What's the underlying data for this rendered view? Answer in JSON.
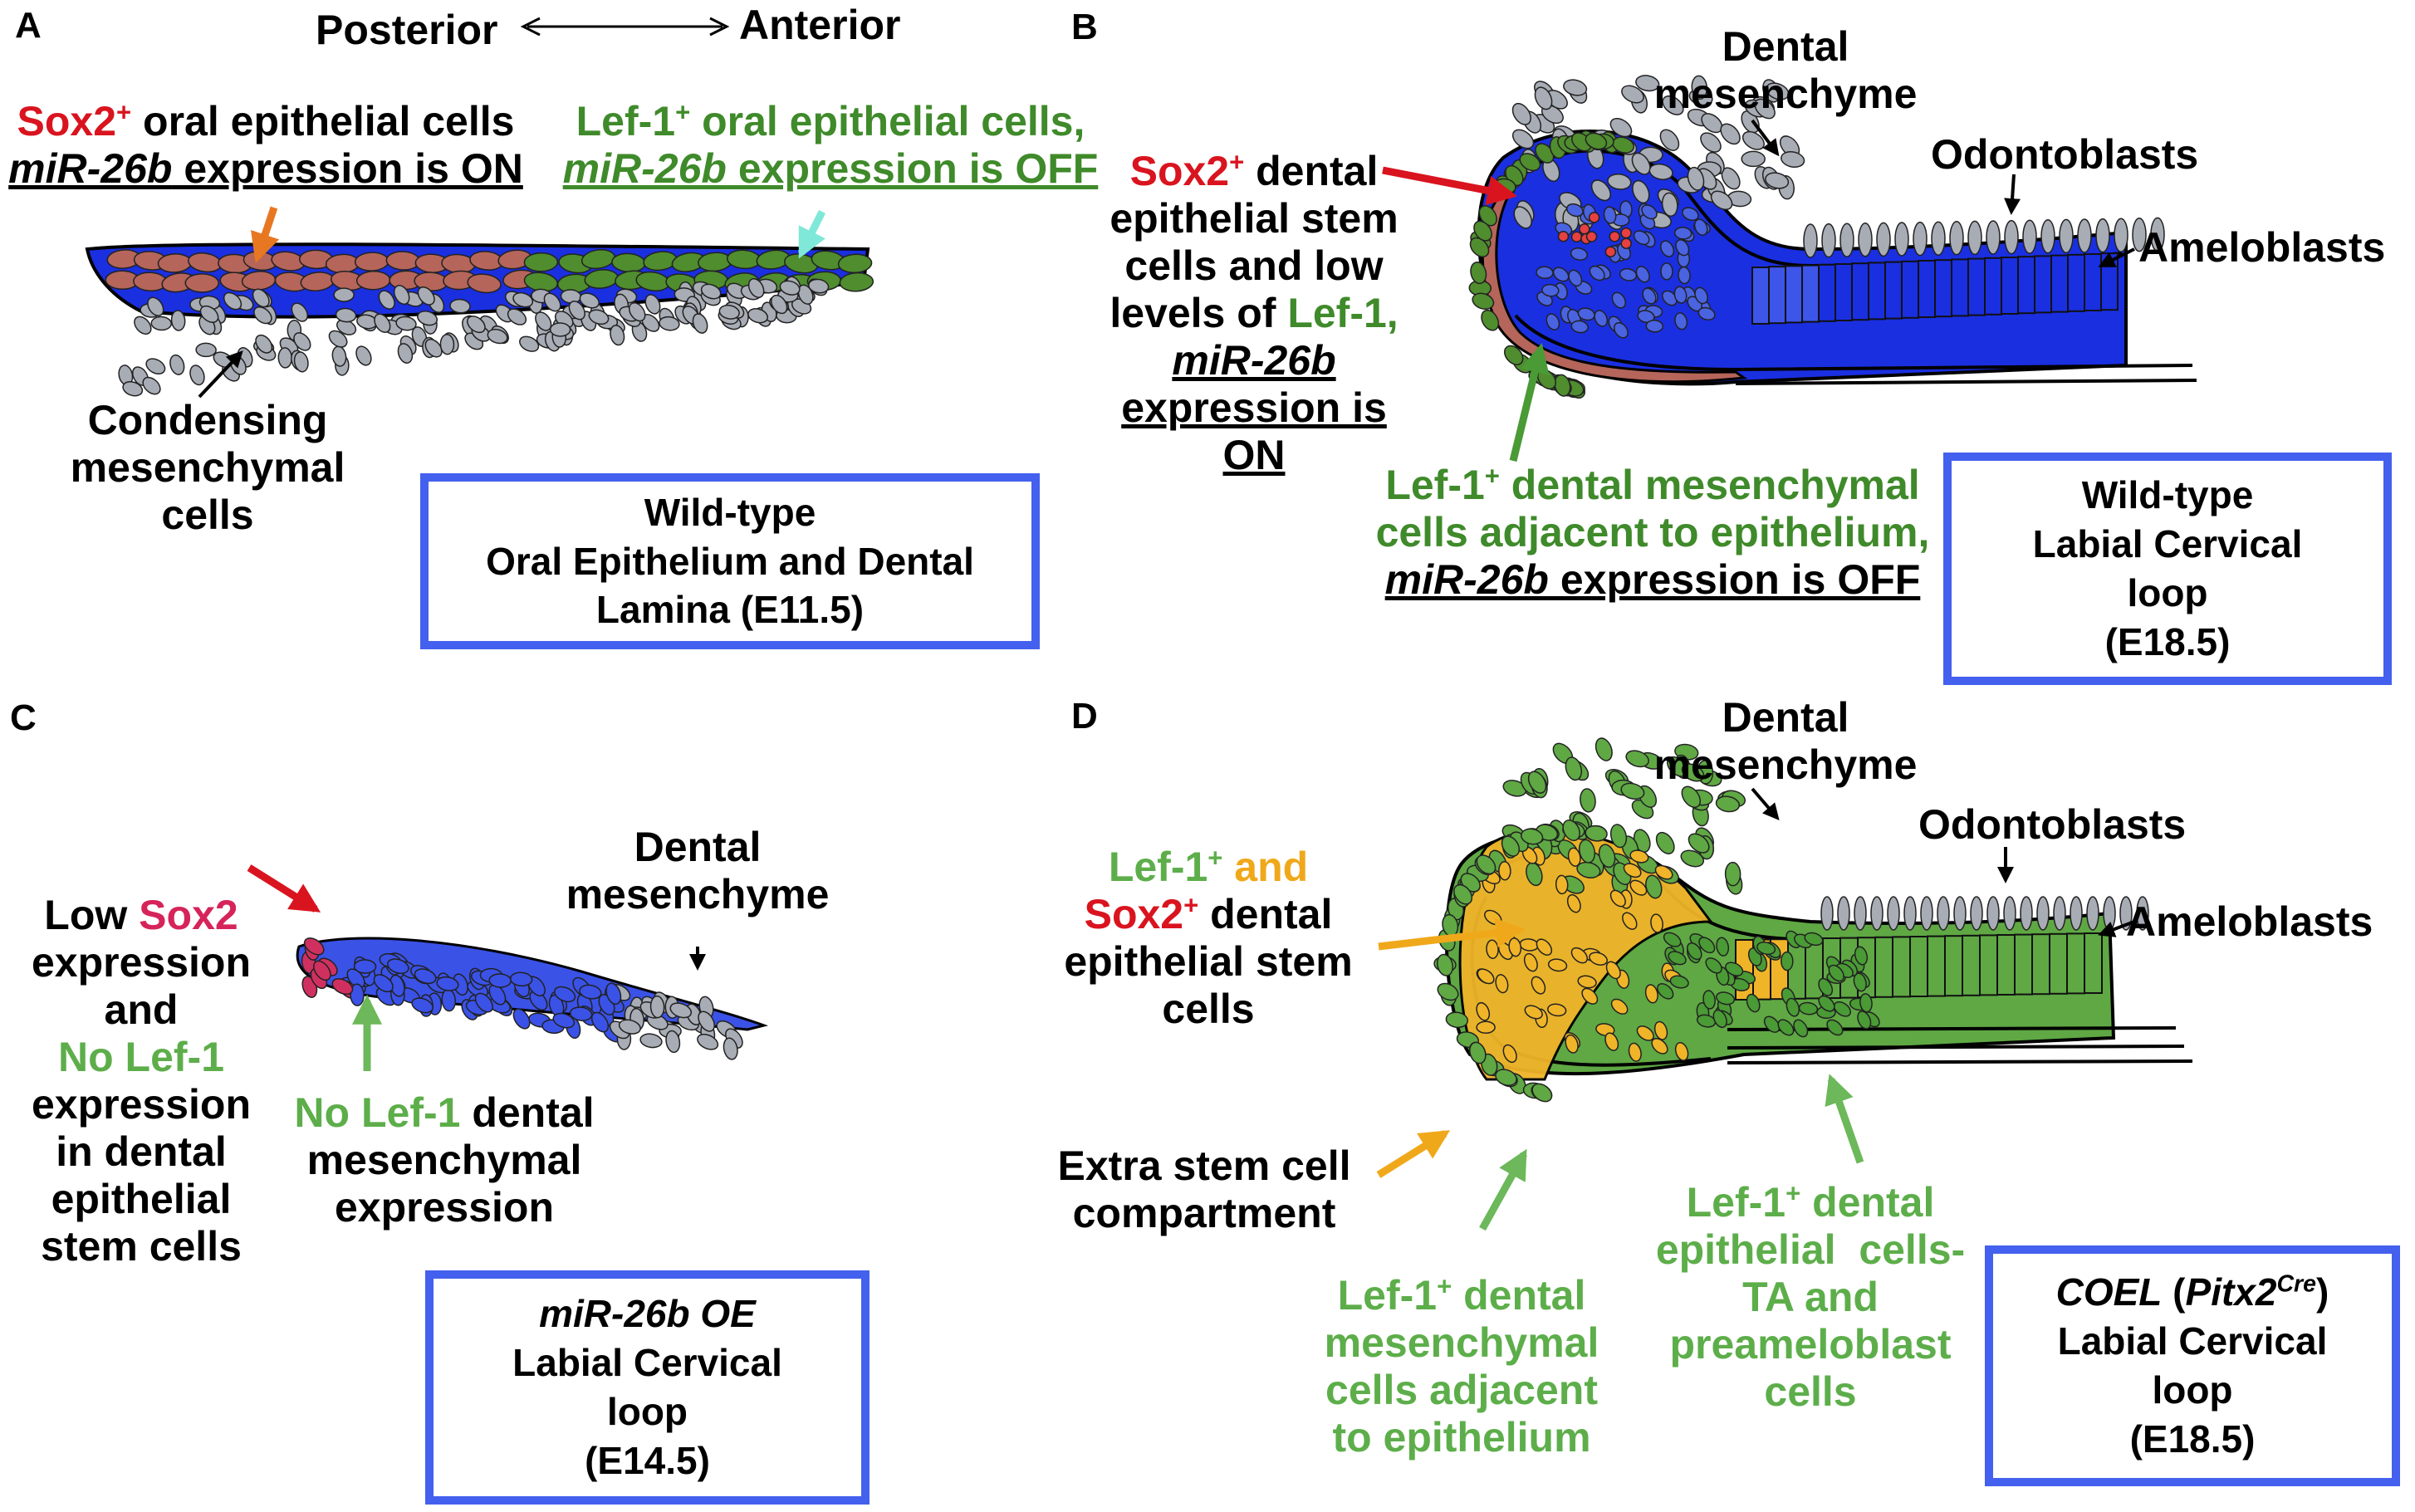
{
  "panels": {
    "A": {
      "letter": "A",
      "axis": {
        "left": "Posterior",
        "right": "Anterior"
      },
      "sox2_cells": {
        "marker": "Sox2",
        "sup": "+",
        "rest": " oral epithelial cells",
        "mirna": "miR-26b",
        "status": " expression is ON"
      },
      "lef1_cells": {
        "marker": "Lef-1",
        "sup": "+",
        "rest": " oral epithelial cells,",
        "mirna": "miR-26b",
        "status": " expression is OFF"
      },
      "mesenchyme": [
        "Condensing",
        "mesenchymal",
        "cells"
      ],
      "box": [
        "Wild-type",
        "Oral Epithelium and Dental",
        "Lamina (E11.5)"
      ]
    },
    "B": {
      "letter": "B",
      "dental_mesenchyme": [
        "Dental",
        "mesenchyme"
      ],
      "odontoblasts": "Odontoblasts",
      "ameloblasts": "Ameloblasts",
      "stem_cells": {
        "marker": "Sox2",
        "sup": "+",
        "l1": " dental",
        "l2": "epithelial stem",
        "l3": "cells and low",
        "l4a": "levels of ",
        "l4b": "Lef-1",
        "l4c": ",",
        "l5": "miR-26b",
        "l6": "expression is",
        "l7": "ON"
      },
      "lef1_mes": {
        "l1a": "Lef-1",
        "sup": "+",
        "l1b": " dental mesenchymal",
        "l2": "cells adjacent to epithelium,",
        "mirna": "miR-26b",
        "status": " expression is OFF"
      },
      "box": [
        "Wild-type",
        "Labial Cervical",
        "loop",
        "(E18.5)"
      ]
    },
    "C": {
      "letter": "C",
      "dental_mesenchyme": [
        "Dental",
        "mesenchyme"
      ],
      "left_text": {
        "l1a": "Low ",
        "l1b": "Sox2",
        "l2": "expression",
        "l3": "and",
        "l4": "No Lef-1",
        "l5": "expression",
        "l6": "in dental",
        "l7": "epithelial",
        "l8": "stem cells"
      },
      "no_lef1": {
        "l1a": "No Lef-1",
        "l1b": " dental",
        "l2": "mesenchymal",
        "l3": "expression"
      },
      "box": {
        "mirna": "miR-26b OE",
        "l2": "Labial Cervical",
        "l3": "loop",
        "l4": "(E14.5)"
      }
    },
    "D": {
      "letter": "D",
      "dental_mesenchyme": [
        "Dental",
        "mesenchyme"
      ],
      "odontoblasts": "Odontoblasts",
      "ameloblasts": "Ameloblasts",
      "stem_cells": {
        "m1": "Lef-1",
        "sup1": "+",
        "and": " and",
        "m2": "Sox2",
        "sup2": "+",
        "l2b": " dental",
        "l3": "epithelial stem",
        "l4": "cells"
      },
      "extra": [
        "Extra stem cell",
        "compartment"
      ],
      "lef1_mes": {
        "m": "Lef-1",
        "sup": "+",
        "l1b": " dental",
        "l2": "mesenchymal",
        "l3": "cells adjacent",
        "l4": "to epithelium"
      },
      "lef1_epi": {
        "m": "Lef-1",
        "sup": "+",
        "l1b": " dental",
        "l2": "epithelial  cells-",
        "l3": "TA and",
        "l4": "preameloblast",
        "l5": "cells"
      },
      "box": {
        "coel": "COEL",
        "open": " (",
        "pitx": "Pitx2",
        "cre": "Cre",
        "close": ")",
        "l2": "Labial Cervical",
        "l3": "loop",
        "l4": "(E18.5)"
      }
    }
  },
  "colors": {
    "red_sox2": "#d9141f",
    "green_lef1": "#3f8a2a",
    "light_green": "#5dae4a",
    "blue_box": "#4460ee",
    "epithelium_blue": "#1a2fe0",
    "sox2_cell": "#b5655a",
    "lef1_cell": "#4f8d2e",
    "orange_arrow": "#e87722",
    "cyan_arrow": "#7fe8d8",
    "mes_cell": "#a8acb5",
    "yellow_cell": "#f0b429"
  },
  "icons": [
    "arrow-icon",
    "cell-icon"
  ]
}
